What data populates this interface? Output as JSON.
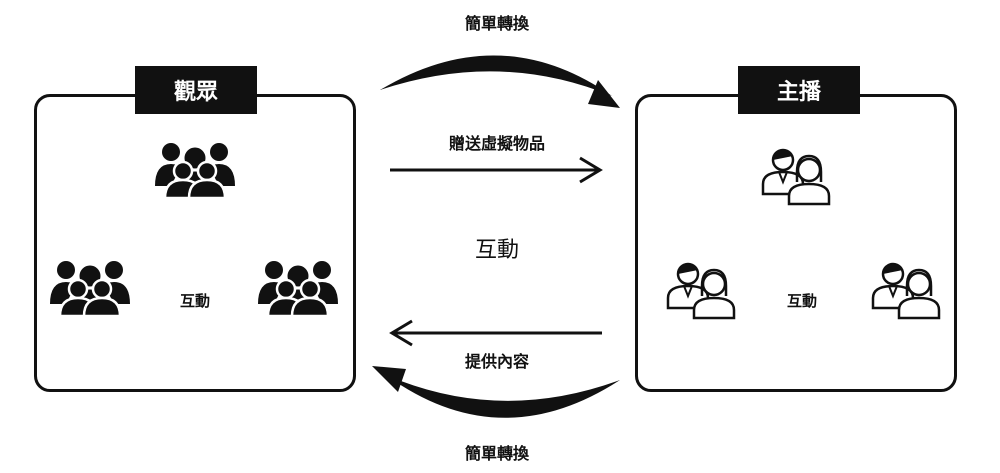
{
  "audience": {
    "title": "觀眾",
    "center_label": "互動"
  },
  "streamer": {
    "title": "主播",
    "center_label": "互動"
  },
  "flows": {
    "top_cycle": "簡單轉換",
    "gift": "贈送虛擬物品",
    "interaction": "互動",
    "content": "提供內容",
    "bottom_cycle": "簡單轉換"
  },
  "icons": {
    "audience_group": "group-solid-icon",
    "streamer_pair": "couple-outline-icon"
  }
}
